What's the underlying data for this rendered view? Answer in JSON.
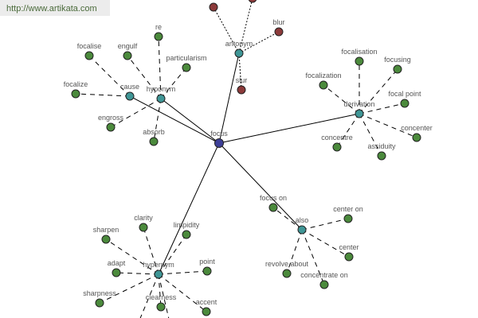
{
  "watermark": "http://www.artikata.com",
  "colors": {
    "center": "#3d3f98",
    "relation": "#3f9696",
    "leaf": "#4b8a3c",
    "antonym_leaf": "#8c3a3a"
  },
  "nodes": {
    "focus": {
      "label": "focus",
      "kind": "center"
    },
    "cause": {
      "label": "cause",
      "kind": "relation"
    },
    "hyponym": {
      "label": "hyponym",
      "kind": "relation"
    },
    "antonym": {
      "label": "antonym",
      "kind": "relation"
    },
    "derivation": {
      "label": "derivation",
      "kind": "relation"
    },
    "also": {
      "label": "also",
      "kind": "relation"
    },
    "hypernym": {
      "label": "hypernym",
      "kind": "relation"
    },
    "blur": {
      "label": "blur",
      "kind": "antonym_leaf"
    },
    "slur": {
      "label": "slur",
      "kind": "antonym_leaf"
    },
    "ant1": {
      "label": "",
      "kind": "antonym_leaf"
    },
    "ant2": {
      "label": "",
      "kind": "antonym_leaf"
    },
    "focalise": {
      "label": "focalise",
      "kind": "leaf"
    },
    "engulf": {
      "label": "engulf",
      "kind": "leaf"
    },
    "focalize": {
      "label": "focalize",
      "kind": "leaf"
    },
    "engross": {
      "label": "engross",
      "kind": "leaf"
    },
    "re": {
      "label": "re",
      "kind": "leaf"
    },
    "particularism": {
      "label": "particularism",
      "kind": "leaf"
    },
    "absorb": {
      "label": "absorb",
      "kind": "leaf"
    },
    "focalisation": {
      "label": "focalisation",
      "kind": "leaf"
    },
    "focusing": {
      "label": "focusing",
      "kind": "leaf"
    },
    "focalization": {
      "label": "focalization",
      "kind": "leaf"
    },
    "focal_point": {
      "label": "focal point",
      "kind": "leaf"
    },
    "concentre": {
      "label": "concentre",
      "kind": "leaf"
    },
    "assiduity": {
      "label": "assiduity",
      "kind": "leaf"
    },
    "concenter": {
      "label": "concenter",
      "kind": "leaf"
    },
    "focus_on": {
      "label": "focus on",
      "kind": "leaf"
    },
    "center_on": {
      "label": "center on",
      "kind": "leaf"
    },
    "center": {
      "label": "center",
      "kind": "leaf"
    },
    "revolve_about": {
      "label": "revolve about",
      "kind": "leaf"
    },
    "concentrate_on": {
      "label": "concentrate on",
      "kind": "leaf"
    },
    "clarity": {
      "label": "clarity",
      "kind": "leaf"
    },
    "sharpen": {
      "label": "sharpen",
      "kind": "leaf"
    },
    "limpidity": {
      "label": "limpidity",
      "kind": "leaf"
    },
    "adapt": {
      "label": "adapt",
      "kind": "leaf"
    },
    "point": {
      "label": "point",
      "kind": "leaf"
    },
    "sharpness": {
      "label": "sharpness",
      "kind": "leaf"
    },
    "clearness": {
      "label": "clearness",
      "kind": "leaf"
    },
    "accent": {
      "label": "accent",
      "kind": "leaf"
    }
  }
}
